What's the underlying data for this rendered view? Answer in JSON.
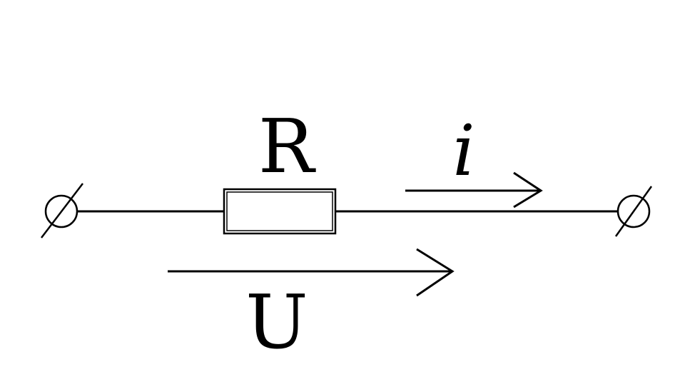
{
  "labels": {
    "resistor": "R",
    "current": "i",
    "voltage": "U"
  },
  "colors": {
    "stroke": "#000000",
    "background": "#ffffff"
  }
}
